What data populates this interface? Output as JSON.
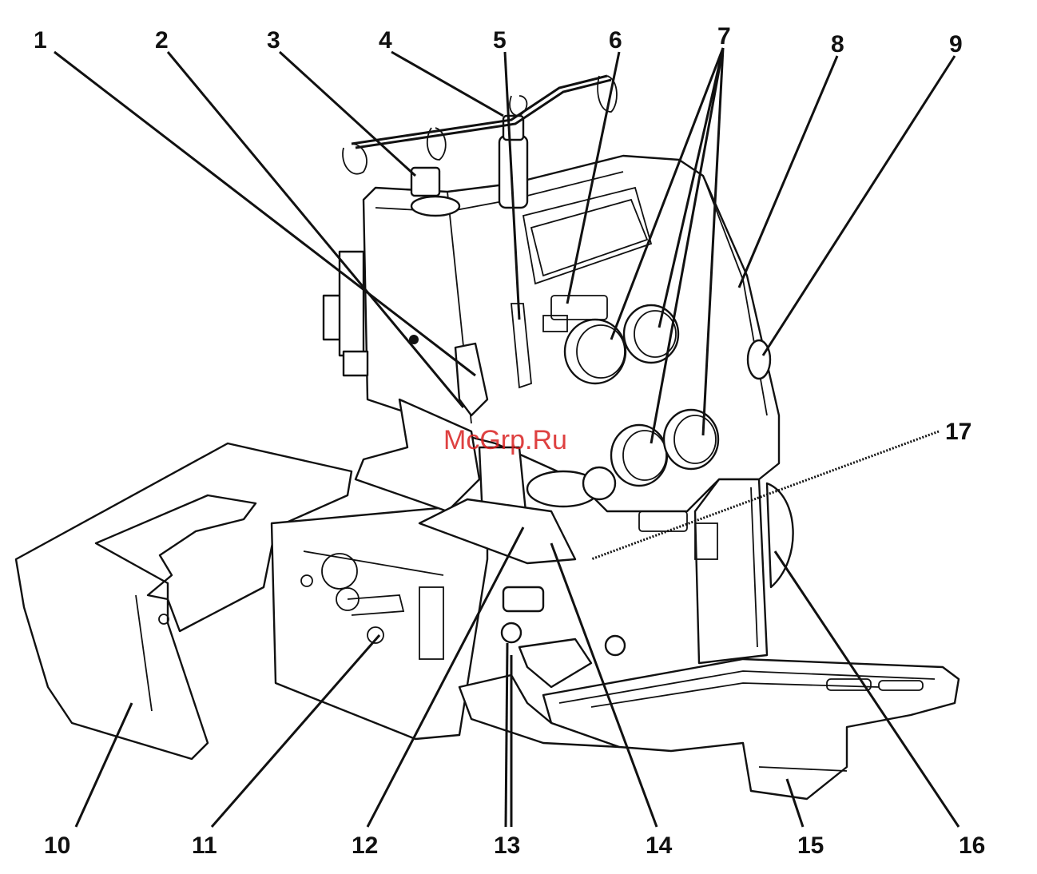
{
  "watermark": "McGrp.Ru",
  "callouts": [
    {
      "id": "1",
      "label": "1"
    },
    {
      "id": "2",
      "label": "2"
    },
    {
      "id": "3",
      "label": "3"
    },
    {
      "id": "4",
      "label": "4"
    },
    {
      "id": "5",
      "label": "5"
    },
    {
      "id": "6",
      "label": "6"
    },
    {
      "id": "7",
      "label": "7"
    },
    {
      "id": "8",
      "label": "8"
    },
    {
      "id": "9",
      "label": "9"
    },
    {
      "id": "10",
      "label": "10"
    },
    {
      "id": "11",
      "label": "11"
    },
    {
      "id": "12",
      "label": "12"
    },
    {
      "id": "13",
      "label": "13"
    },
    {
      "id": "14",
      "label": "14"
    },
    {
      "id": "15",
      "label": "15"
    },
    {
      "id": "16",
      "label": "16"
    },
    {
      "id": "17",
      "label": "17"
    }
  ]
}
